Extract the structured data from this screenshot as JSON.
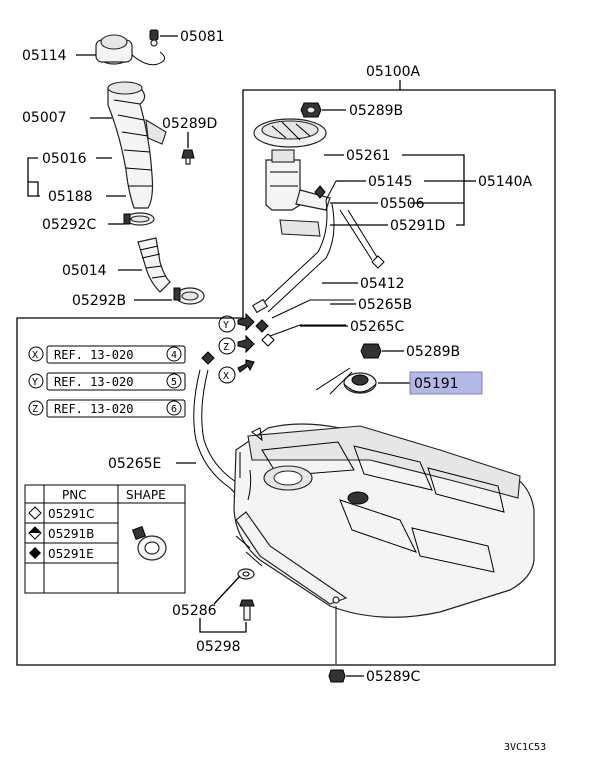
{
  "parts": {
    "p05114": "05114",
    "p05081": "05081",
    "p05007": "05007",
    "p05289D": "05289D",
    "p05016": "05016",
    "p05188": "05188",
    "p05292C": "05292C",
    "p05014": "05014",
    "p05292B": "05292B",
    "p05100A": "05100A",
    "p05289B_top": "05289B",
    "p05261": "05261",
    "p05145": "05145",
    "p05140A": "05140A",
    "p05506": "05506",
    "p05291D": "05291D",
    "p05412": "05412",
    "p05265B": "05265B",
    "p05265C": "05265C",
    "p05289B_mid": "05289B",
    "p05191": "05191",
    "p05265E": "05265E",
    "p05286": "05286",
    "p05298": "05298",
    "p05289C": "05289C"
  },
  "refs": [
    {
      "letter": "X",
      "text": "REF. 13-020",
      "num": "4"
    },
    {
      "letter": "Y",
      "text": "REF. 13-020",
      "num": "5"
    },
    {
      "letter": "Z",
      "text": "REF. 13-020",
      "num": "6"
    }
  ],
  "connector_letters": {
    "y": "Y",
    "z": "Z",
    "x": "X"
  },
  "legend": {
    "col_pnc": "PNC",
    "col_shape": "SHAPE",
    "rows": [
      {
        "symbol": "hollow-diamond",
        "pnc": "05291C"
      },
      {
        "symbol": "half-diamond",
        "pnc": "05291B"
      },
      {
        "symbol": "solid-diamond",
        "pnc": "05291E"
      }
    ]
  },
  "highlight_color": "#b3b8e6",
  "drawing_code": "3VC1C53"
}
